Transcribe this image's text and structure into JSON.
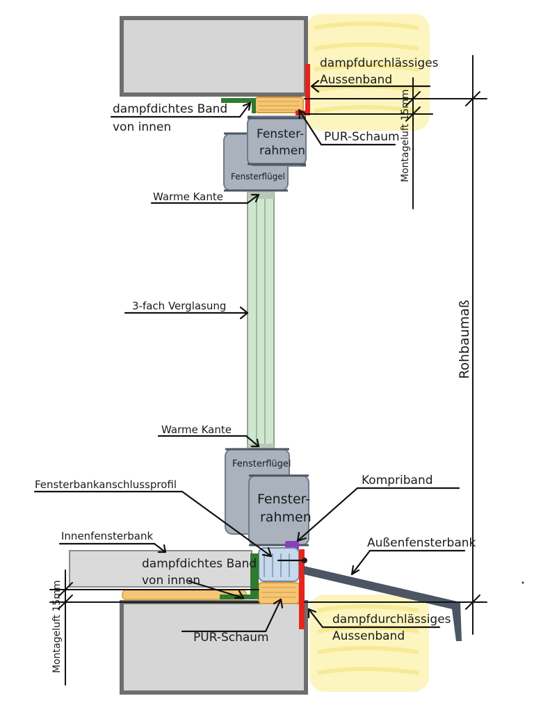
{
  "labels": {
    "outer_band_top": [
      "dampfdurchlässiges",
      "Aussenband"
    ],
    "inner_band_top": [
      "dampfdichtes Band",
      "von innen"
    ],
    "frame_top": [
      "Fenster-",
      "rahmen"
    ],
    "pur_top": "PUR-Schaum",
    "sash_top": "Fensterflügel",
    "warm_edge_top": "Warme Kante",
    "glazing": "3-fach Verglasung",
    "warm_edge_bottom": "Warme Kante",
    "sash_bottom": "Fensterflügel",
    "sill_profile": "Fensterbankanschlussprofil",
    "compriband": "Kompriband",
    "frame_bottom": [
      "Fenster-",
      "rahmen"
    ],
    "inner_sill": "Innenfensterbank",
    "outer_sill": "Außenfensterbank",
    "inner_band_bottom": [
      "dampfdichtes Band",
      "von innen"
    ],
    "pur_bottom": "PUR-Schaum",
    "outer_band_bottom": [
      "dampfdurchlässiges",
      "Aussenband"
    ],
    "gap_top": "Montageluft 15mm",
    "gap_bottom": "Montageluft 15mm",
    "rough_opening": "Rohbaumaß"
  },
  "colors": {
    "wall": "#d6d6d6",
    "wall_border": "#6e6e6e",
    "frame": "#a9b2bd",
    "frame_dark": "#6f7a88",
    "glass": "#cfe6cf",
    "insulation": "#fbf3b4",
    "foam": "#f4c777",
    "vapor_tight": "#2f7a2f",
    "vapor_open": "#e8231b",
    "compriband": "#8a3fb8",
    "sill_outer": "#4b5563"
  }
}
